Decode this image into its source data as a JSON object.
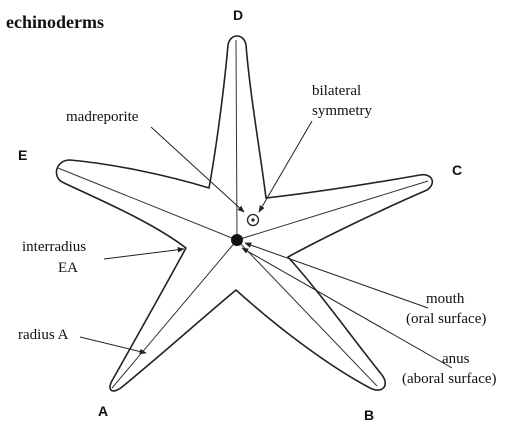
{
  "title": "echinoderms",
  "arms": {
    "a": "A",
    "b": "B",
    "c": "C",
    "d": "D",
    "e": "E"
  },
  "labels": {
    "madreporite": "madreporite",
    "bilateral_1": "bilateral",
    "bilateral_2": "symmetry",
    "interradius_1": "interradius",
    "interradius_2": "EA",
    "radius": "radius A",
    "mouth_1": "mouth",
    "mouth_2": "(oral surface)",
    "anus_1": "anus",
    "anus_2": "(aboral surface)"
  },
  "colors": {
    "ink": "#222222",
    "background": "#ffffff"
  }
}
